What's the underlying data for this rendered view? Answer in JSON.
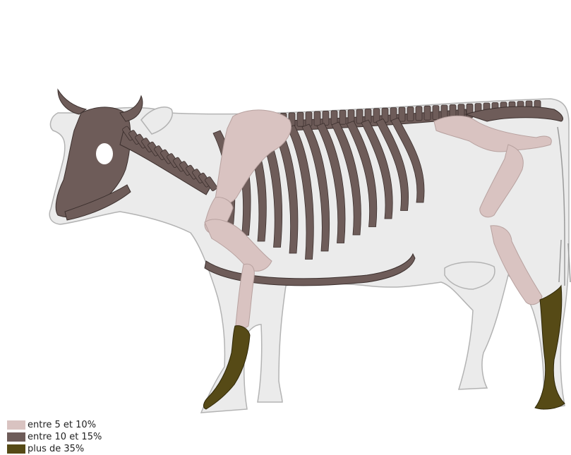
{
  "colors": {
    "body_fill": "#ebebeb",
    "body_outline": "#b3b3b3",
    "bone_light": "#d9c3c1",
    "bone_medium": "#6e5c59",
    "bone_dark": "#564a16",
    "bone_outline": "#3c302e"
  },
  "legend": {
    "items": [
      {
        "label": "entre 5 et 10%",
        "color": "#d9c3c1"
      },
      {
        "label": "entre 10 et 15%",
        "color": "#6e5c59"
      },
      {
        "label": "plus de 35%",
        "color": "#564a16"
      }
    ]
  }
}
